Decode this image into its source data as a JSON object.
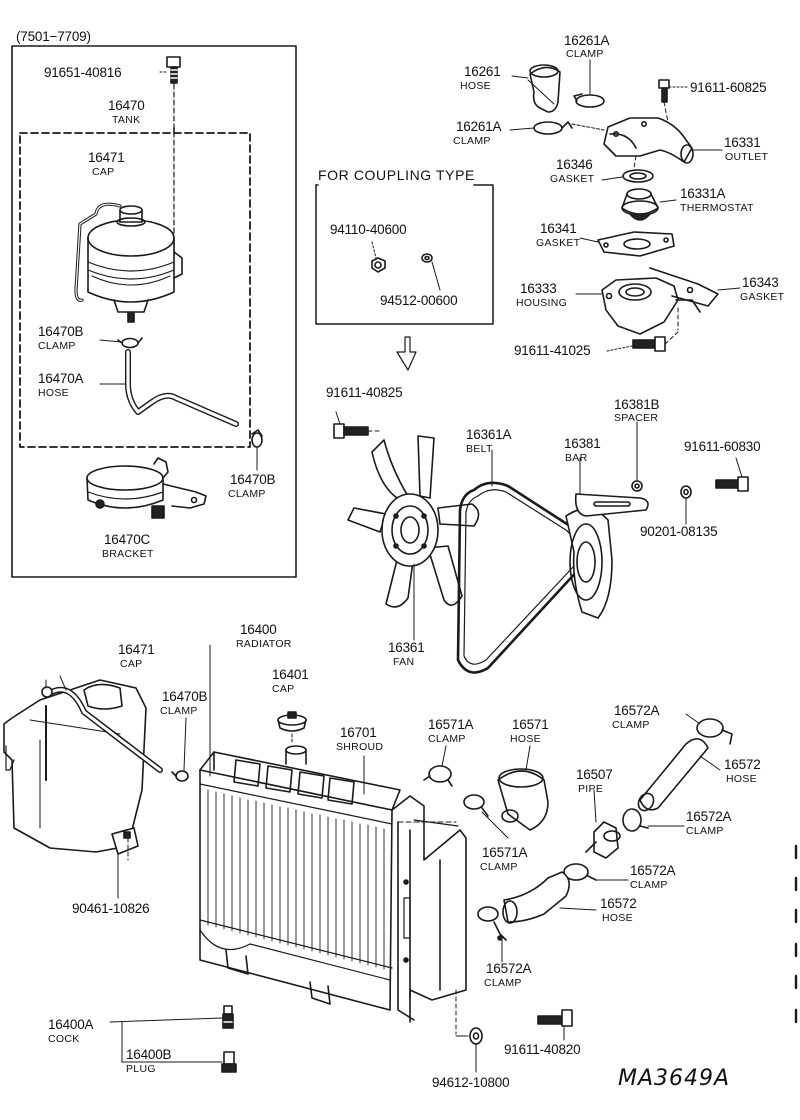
{
  "range_label": "(7501−7709)",
  "coupling_header": "FOR COUPLING TYPE",
  "diagram_ref": "MA3649A",
  "parts": {
    "p91651_40816": "91651-40816",
    "p16470": "16470",
    "p16470_name": "TANK",
    "p16471_top": "16471",
    "p16471_top_name": "CAP",
    "p16470B_a": "16470B",
    "p16470B_a_name": "CLAMP",
    "p16470A": "16470A",
    "p16470A_name": "HOSE",
    "p16470B_b": "16470B",
    "p16470B_b_name": "CLAMP",
    "p16470C": "16470C",
    "p16470C_name": "BRACKET",
    "p94110_40600": "94110-40600",
    "p94512_00600": "94512-00600",
    "p16261A_a": "16261A",
    "p16261A_a_name": "CLAMP",
    "p16261": "16261",
    "p16261_name": "HOSE",
    "p16261A_b": "16261A",
    "p16261A_b_name": "CLAMP",
    "p91611_60825": "91611-60825",
    "p16331": "16331",
    "p16331_name": "OUTLET",
    "p16346": "16346",
    "p16346_name": "GASKET",
    "p16331A": "16331A",
    "p16331A_name": "THERMOSTAT",
    "p16341": "16341",
    "p16341_name": "GASKET",
    "p16333": "16333",
    "p16333_name": "HOUSING",
    "p16343": "16343",
    "p16343_name": "GASKET",
    "p91611_41025": "91611-41025",
    "p91611_40825": "91611-40825",
    "p16361A": "16361A",
    "p16361A_name": "BELT",
    "p16381B": "16381B",
    "p16381B_name": "SPACER",
    "p16381": "16381",
    "p16381_name": "BAR",
    "p91611_60830": "91611-60830",
    "p90201_08135": "90201-08135",
    "p16361": "16361",
    "p16361_name": "FAN",
    "p16471_bot": "16471",
    "p16471_bot_name": "CAP",
    "p16400": "16400",
    "p16400_name": "RADIATOR",
    "p16470B_c": "16470B",
    "p16470B_c_name": "CLAMP",
    "p16401": "16401",
    "p16401_name": "CAP",
    "p16701": "16701",
    "p16701_name": "SHROUD",
    "p16571A_a": "16571A",
    "p16571A_a_name": "CLAMP",
    "p16571": "16571",
    "p16571_name": "HOSE",
    "p16572A_a": "16572A",
    "p16572A_a_name": "CLAMP",
    "p16572_a": "16572",
    "p16572_a_name": "HOSE",
    "p16507": "16507",
    "p16507_name": "PIPE",
    "p16572A_b": "16572A",
    "p16572A_b_name": "CLAMP",
    "p16571A_b": "16571A",
    "p16571A_b_name": "CLAMP",
    "p16572A_c": "16572A",
    "p16572A_c_name": "CLAMP",
    "p16572_b": "16572",
    "p16572_b_name": "HOSE",
    "p16572A_d": "16572A",
    "p16572A_d_name": "CLAMP",
    "p90461_10826": "90461-10826",
    "p16400A": "16400A",
    "p16400A_name": "COCK",
    "p16400B": "16400B",
    "p16400B_name": "PLUG",
    "p91611_40820": "91611-40820",
    "p94612_10800": "94612-10800"
  }
}
